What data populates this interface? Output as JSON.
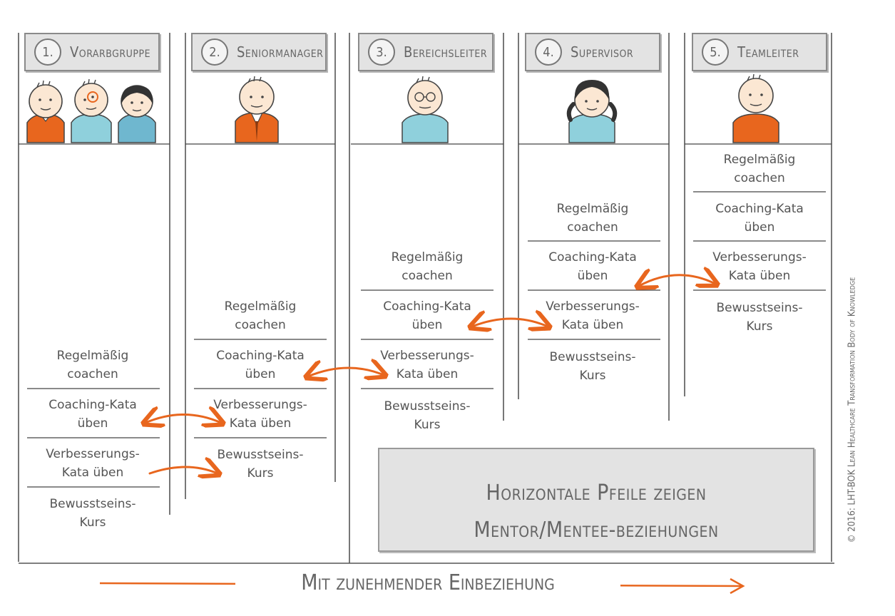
{
  "columns": [
    {
      "number": "1.",
      "title": "Vorarbgruppe"
    },
    {
      "number": "2.",
      "title": "Seniormanager"
    },
    {
      "number": "3.",
      "title": "Bereichsleiter"
    },
    {
      "number": "4.",
      "title": "Supervisor"
    },
    {
      "number": "5.",
      "title": "Teamleiter"
    }
  ],
  "activities": {
    "coach": "Regelmäßig\ncoachen",
    "coaching_kata": "Coaching-Kata\nüben",
    "improvement_kata": "Verbesserungs-\nKata üben",
    "awareness": "Bewusstseins-\nKurs"
  },
  "legend": {
    "line1": "Horizontale Pfeile zeigen",
    "line2": "Mentor/Mentee-beziehungen"
  },
  "footer": "Mit zunehmender Einbeziehung",
  "copyright": "© 2016: LHT-BOK Lean Healthcare Transformation Body of Knowledge",
  "colors": {
    "accent_orange": "#e8661e",
    "skin": "#fbe7d3",
    "shirt_blue": "#8fd0dc",
    "line_gray": "#555555"
  }
}
